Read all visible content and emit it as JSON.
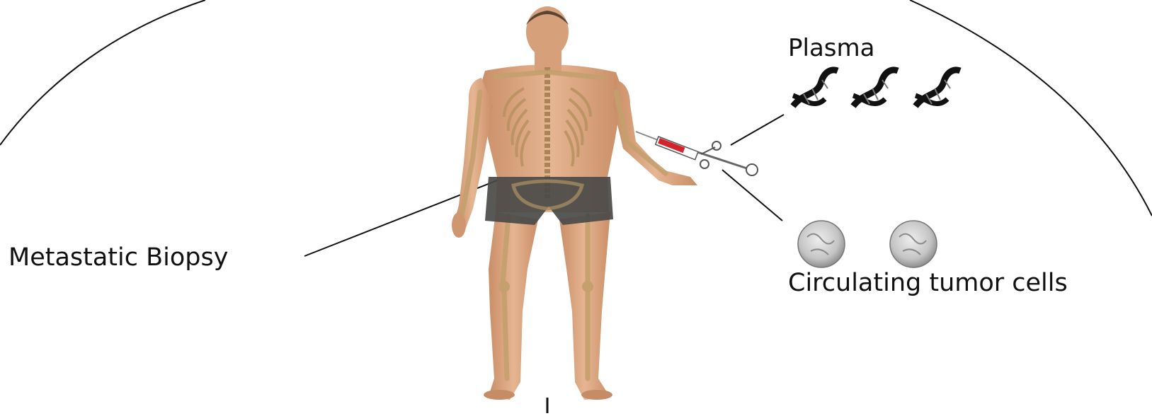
{
  "labels": {
    "plasma": "Plasma",
    "biopsy": "Metastatic Biopsy",
    "ctc": "Circulating tumor cells"
  },
  "colors": {
    "skin": "#d9a27c",
    "bone": "#c9a87a",
    "shorts": "#4a4a48",
    "blood": "#d4242b",
    "line": "#111111",
    "cell": "#bdbdbd"
  }
}
